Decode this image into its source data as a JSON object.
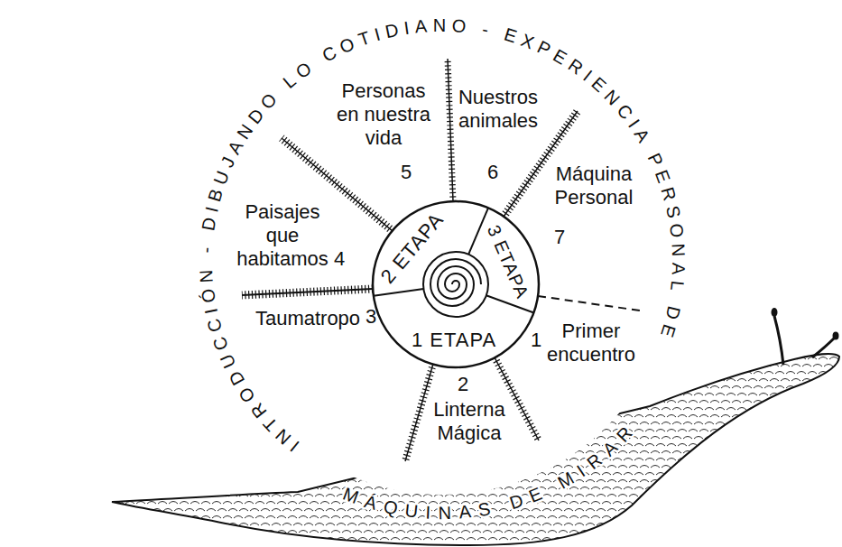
{
  "diagram": {
    "nodes": [
      {
        "text": [
          "1 ETAPA"
        ]
      },
      {
        "text": [
          "2 ETAPA"
        ]
      },
      {
        "text": [
          "3 ETAPA"
        ]
      },
      {
        "text": [
          "1",
          "Primer encuentro"
        ]
      },
      {
        "text": [
          "2",
          "Linterna Mágica"
        ]
      },
      {
        "text": [
          "3",
          "Taumatropo"
        ]
      },
      {
        "text": [
          "4",
          "Paisajes que habitamos"
        ]
      },
      {
        "text": [
          "5",
          "Personas en nuestra vida"
        ]
      },
      {
        "text": [
          "6",
          "Nuestros animales"
        ]
      },
      {
        "text": [
          "7",
          "Máquina Personal"
        ]
      }
    ],
    "labels": [
      "INTRODUCCIÓN - DIBUJANDO LO COTIDIANO - EXPERIENCIA PERSONAL DE",
      "MÁQUINAS DE MIRAR"
    ]
  }
}
